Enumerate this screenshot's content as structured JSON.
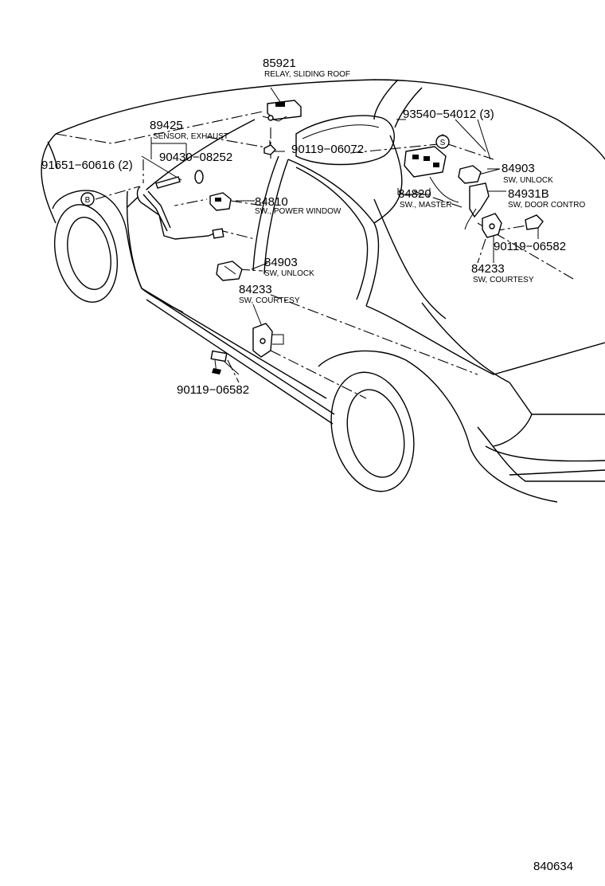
{
  "labels": {
    "p85921": {
      "number": "85921",
      "desc": "RELAY, SLIDING ROOF"
    },
    "p89425": {
      "number": "89425",
      "desc": "SENSOR, EXHAUST"
    },
    "p90430": {
      "number": "90430−08252"
    },
    "p91651": {
      "number": "91651−60616 (2)"
    },
    "p90119a": {
      "number": "90119−06072"
    },
    "p93540": {
      "number": "93540−54012 (3)"
    },
    "p84903a": {
      "number": "84903",
      "desc": "SW, UNLOCK"
    },
    "p84820": {
      "number": "84820",
      "desc": "SW., MASTER"
    },
    "p84931b": {
      "number": "84931B",
      "desc": "SW, DOOR CONTRO"
    },
    "p90119b": {
      "number": "90119−06582"
    },
    "p84233a": {
      "number": "84233",
      "desc": "SW, COURTESY"
    },
    "p84810": {
      "number": "84810",
      "desc": "SW., POWER WINDOW"
    },
    "p84903b": {
      "number": "84903",
      "desc": "SW, UNLOCK"
    },
    "p84233b": {
      "number": "84233",
      "desc": "SW, COURTESY"
    },
    "p90119c": {
      "number": "90119−06582"
    }
  },
  "markers": {
    "b": "B",
    "s": "S"
  },
  "figure_number": "840634"
}
